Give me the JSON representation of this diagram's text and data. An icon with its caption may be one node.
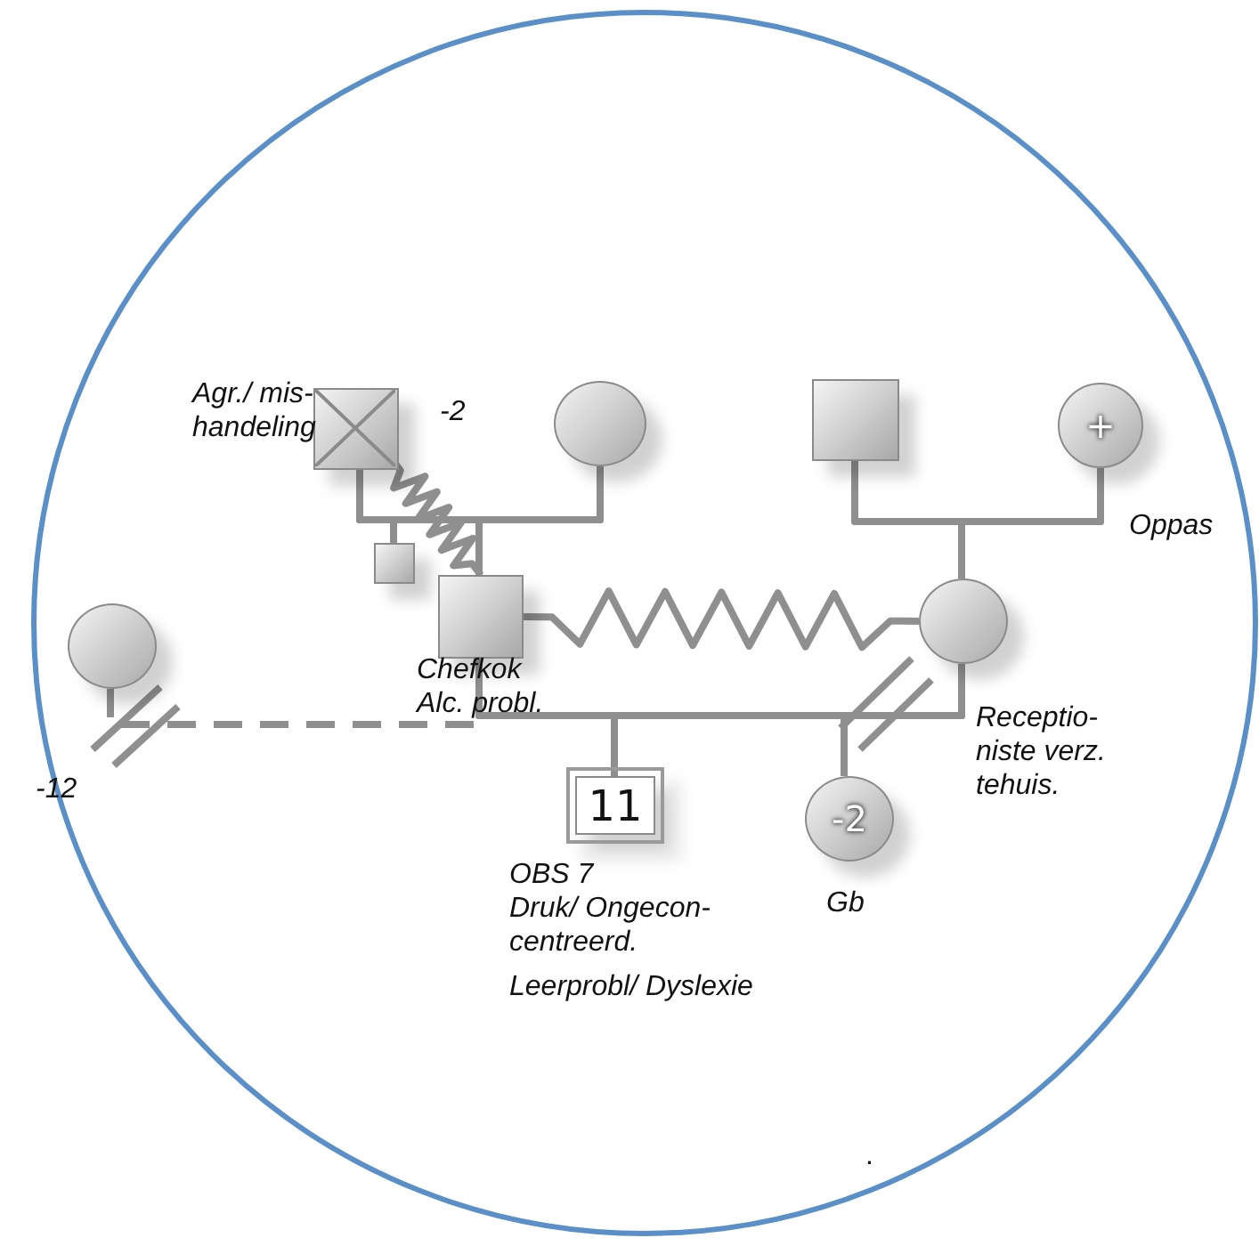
{
  "diagram": {
    "nodes": [
      {
        "text": [],
        "shape": "box",
        "beside": [
          "Agr./ mis- handeling",
          "-2"
        ]
      },
      {
        "text": [],
        "shape": "circle"
      },
      {
        "text": [],
        "shape": "box"
      },
      {
        "text": [],
        "shape": "box",
        "beside": [
          "Chefkok Alc. probl."
        ]
      },
      {
        "text": [],
        "shape": "box"
      },
      {
        "text": [
          "+"
        ],
        "beside": [
          "Oppas"
        ]
      },
      {
        "text": [],
        "shape": "circle",
        "beside": [
          "Receptio- niste verz. tehuis."
        ]
      },
      {
        "text": [],
        "shape": "circle",
        "beside": [
          "-12"
        ]
      },
      {
        "text": [
          "11"
        ],
        "beside": [
          "OBS 7",
          "Druk/ Ongecon- centreerd.",
          "Leerprobl/ Dyslexie"
        ]
      },
      {
        "text": [
          "-2"
        ],
        "beside": [
          "Gb"
        ]
      }
    ],
    "edges": [
      {
        "from": 0,
        "to": 1,
        "arrow": "none"
      },
      {
        "from": 0,
        "to": 2,
        "arrow": "none"
      },
      {
        "from": 1,
        "to": 2,
        "arrow": "none"
      },
      {
        "from": 0,
        "to": 3,
        "arrow": "none"
      },
      {
        "from": 1,
        "to": 3,
        "arrow": "none"
      },
      {
        "from": 0,
        "to": 3,
        "arrow": "none"
      },
      {
        "from": 3,
        "to": 6,
        "arrow": "none"
      },
      {
        "from": 3,
        "to": 6,
        "arrow": "none"
      },
      {
        "from": 4,
        "to": 5,
        "arrow": "none"
      },
      {
        "from": 4,
        "to": 6,
        "arrow": "none"
      },
      {
        "from": 5,
        "to": 6,
        "arrow": "none"
      },
      {
        "from": 7,
        "to": 3,
        "arrow": "none",
        "style": "dashed"
      },
      {
        "from": 3,
        "to": 8,
        "arrow": "none"
      },
      {
        "from": 6,
        "to": 8,
        "arrow": "none"
      },
      {
        "from": 3,
        "to": 9,
        "arrow": "none"
      },
      {
        "from": 6,
        "to": 9,
        "arrow": "none"
      }
    ],
    "labels": [
      "."
    ]
  }
}
